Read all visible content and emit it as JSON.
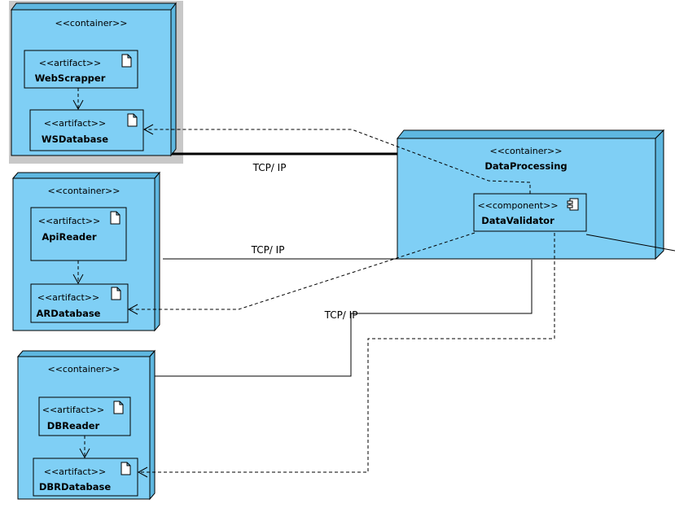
{
  "diagram": {
    "containers": [
      {
        "id": "c1",
        "stereotype": "<<container>>",
        "artifacts": [
          {
            "stereotype": "<<artifact>>",
            "name": "WebScrapper"
          },
          {
            "stereotype": "<<artifact>>",
            "name": "WSDatabase"
          }
        ]
      },
      {
        "id": "c2",
        "stereotype": "<<container>>",
        "artifacts": [
          {
            "stereotype": "<<artifact>>",
            "name": "ApiReader"
          },
          {
            "stereotype": "<<artifact>>",
            "name": "ARDatabase"
          }
        ]
      },
      {
        "id": "c3",
        "stereotype": "<<container>>",
        "artifacts": [
          {
            "stereotype": "<<artifact>>",
            "name": "DBReader"
          },
          {
            "stereotype": "<<artifact>>",
            "name": "DBRDatabase"
          }
        ]
      },
      {
        "id": "dp",
        "stereotype": "<<container>>",
        "name": "DataProcessing",
        "component": {
          "stereotype": "<<component>>",
          "name": "DataValidator"
        }
      }
    ],
    "connections": [
      {
        "label": "TCP/ IP"
      },
      {
        "label": "TCP/ IP"
      },
      {
        "label": "TCP/ IP"
      }
    ],
    "colors": {
      "node_fill": "#7fcff5",
      "node_side": "#5eb7e0",
      "stroke": "#000000",
      "selection": "#c8c8c8"
    }
  }
}
